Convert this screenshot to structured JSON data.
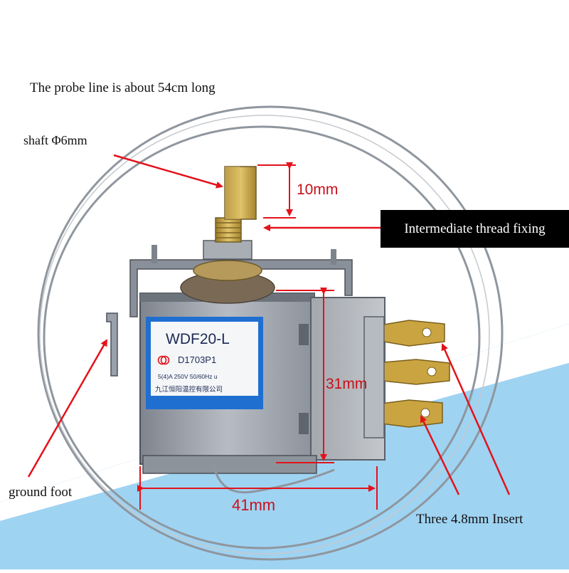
{
  "annotations": {
    "probe_line": "The probe line is about 54cm long",
    "shaft": "shaft Φ6mm",
    "thread": "Intermediate thread fixing",
    "ground_foot": "ground foot",
    "insert": "Three 4.8mm Insert"
  },
  "dimensions": {
    "shaft_length": "10mm",
    "body_height": "31mm",
    "body_width": "41mm"
  },
  "label_plate": {
    "model": "WDF20-L",
    "code": "D1703P1",
    "rating": "5(4)A 250V 50/60Hz u",
    "manufacturer": "九江恒阳温控有限公司"
  },
  "colors": {
    "annotation_red": "#e3121b",
    "background_blue": "#2aa6e8",
    "label_plate_blue": "#1f6fd1",
    "brass": "#c8a84a",
    "metal": "#9aa1ab"
  }
}
